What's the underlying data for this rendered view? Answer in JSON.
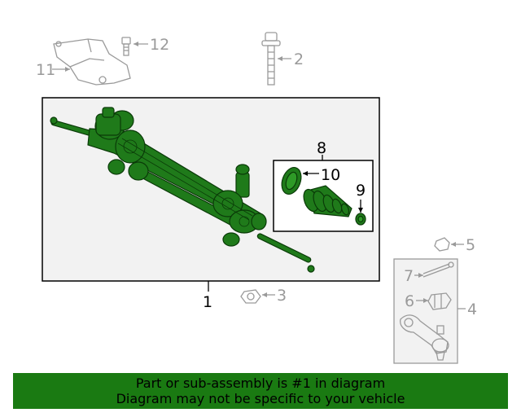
{
  "callouts": {
    "c1": "1",
    "c2": "2",
    "c3": "3",
    "c4": "4",
    "c5": "5",
    "c6": "6",
    "c7": "7",
    "c8": "8",
    "c9": "9",
    "c10": "10",
    "c11": "11",
    "c12": "12"
  },
  "banner": {
    "line1": "Part or sub-assembly is #1 in diagram",
    "line2": "Diagram may not be specific to your vehicle"
  },
  "colors": {
    "highlight_part": "#1f7a1a",
    "banner_bg": "#1a7a12",
    "other_parts": "#9a9a9a"
  }
}
